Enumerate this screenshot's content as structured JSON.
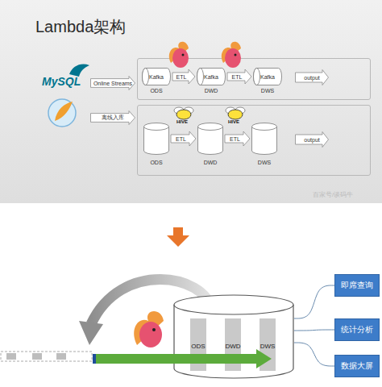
{
  "diagram": {
    "title": "Lambda架构",
    "nodes": [
      {
        "text": [
          "Online Streams"
        ]
      },
      {
        "text": []
      },
      {
        "text": [
          "Kafka",
          "ODS"
        ],
        "in": 1
      },
      {
        "text": [
          "Kafka",
          "DWD"
        ],
        "in": 1
      },
      {
        "text": [
          "Kafka",
          "DWS"
        ],
        "in": 1
      },
      {
        "text": [
          "output"
        ],
        "in": 1
      },
      {
        "text": [
          "离线入库"
        ]
      },
      {
        "text": []
      },
      {
        "text": [
          "ODS"
        ],
        "in": 7
      },
      {
        "text": [
          "DWD"
        ],
        "in": 7
      },
      {
        "text": [
          "DWS"
        ],
        "in": 7
      },
      {
        "text": [
          "output"
        ],
        "in": 7
      },
      {
        "text": []
      },
      {
        "text": [
          "ODS"
        ],
        "in": 12
      },
      {
        "text": [
          "DWD"
        ],
        "in": 12
      },
      {
        "text": [
          "DWS"
        ],
        "in": 12
      },
      {
        "text": [
          "即席查询"
        ]
      },
      {
        "text": [
          "统计分析"
        ]
      },
      {
        "text": [
          "数据大屏"
        ]
      }
    ],
    "edges": [
      {
        "from": 2,
        "to": 3,
        "label": "ETL",
        "arrow": "to"
      },
      {
        "from": 3,
        "to": 4,
        "label": "ETL",
        "arrow": "to"
      },
      {
        "from": 8,
        "to": 9,
        "label": "ETL",
        "arrow": "to"
      },
      {
        "from": 9,
        "to": 10,
        "label": "ETL",
        "arrow": "to"
      },
      {
        "from": 12,
        "to": 16,
        "arrow": "none"
      },
      {
        "from": 12,
        "to": 17,
        "arrow": "none"
      },
      {
        "from": 12,
        "to": 18,
        "arrow": "none"
      }
    ],
    "labels": [
      "MySQL",
      "HIVE",
      "HIVE",
      "百家号/谈码牛"
    ]
  }
}
